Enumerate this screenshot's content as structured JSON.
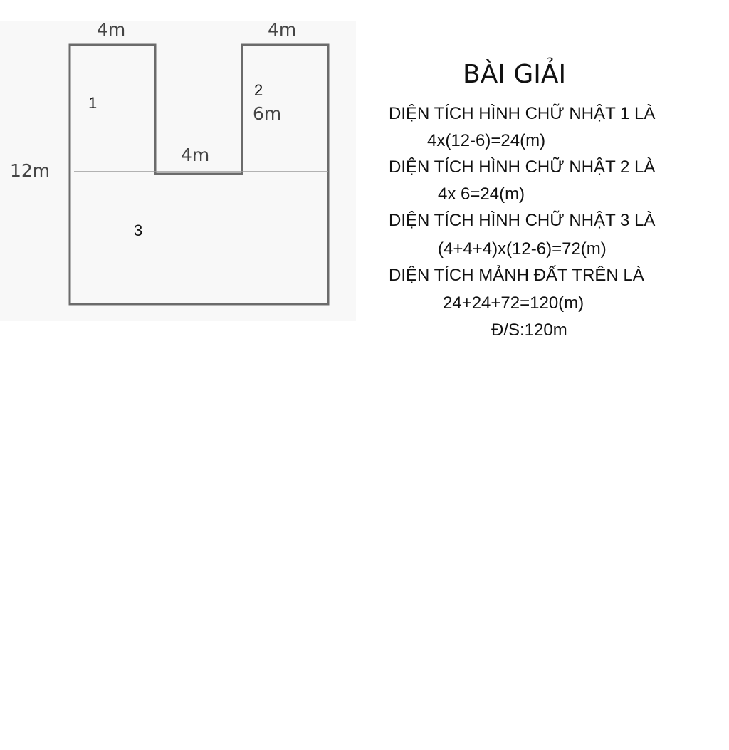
{
  "figure": {
    "labels": {
      "top_left_width": "4m",
      "top_right_width": "4m",
      "notch_width": "4m",
      "total_height": "12m",
      "notch_depth": "6m",
      "region_1": "1",
      "region_2": "2",
      "region_3": "3"
    },
    "line_color": "#6b6b6b"
  },
  "solution": {
    "title": "BÀI GIẢI",
    "lines": [
      "DIỆN TÍCH HÌNH CHỮ NHẬT 1 LÀ",
      "4x(12-6)=24(m)",
      "DIỆN TÍCH HÌNH CHỮ NHẬT 2 LÀ",
      "4x 6=24(m)",
      "DIỆN TÍCH HÌNH CHỮ NHẬT 3 LÀ",
      "(4+4+4)x(12-6)=72(m)",
      "DIỆN TÍCH MẢNH ĐẤT TRÊN LÀ",
      "24+24+72=120(m)",
      "Đ/S:120m"
    ]
  }
}
